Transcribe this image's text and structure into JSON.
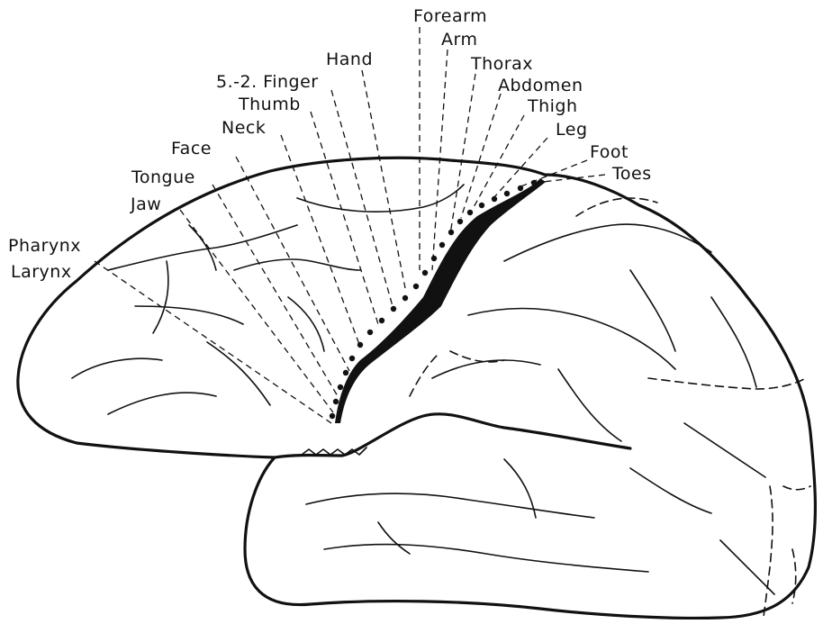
{
  "labels": {
    "forearm": "Forearm",
    "arm": "Arm",
    "thorax": "Thorax",
    "hand": "Hand",
    "abdomen": "Abdomen",
    "finger": "5.-2. Finger",
    "thigh": "Thigh",
    "thumb": "Thumb",
    "leg": "Leg",
    "neck": "Neck",
    "face": "Face",
    "foot": "Foot",
    "toes": "Toes",
    "tongue": "Tongue",
    "jaw": "Jaw",
    "pharynx": "Pharynx",
    "larynx": "Larynx"
  },
  "colors": {
    "ink": "#111111",
    "background": "#ffffff"
  }
}
